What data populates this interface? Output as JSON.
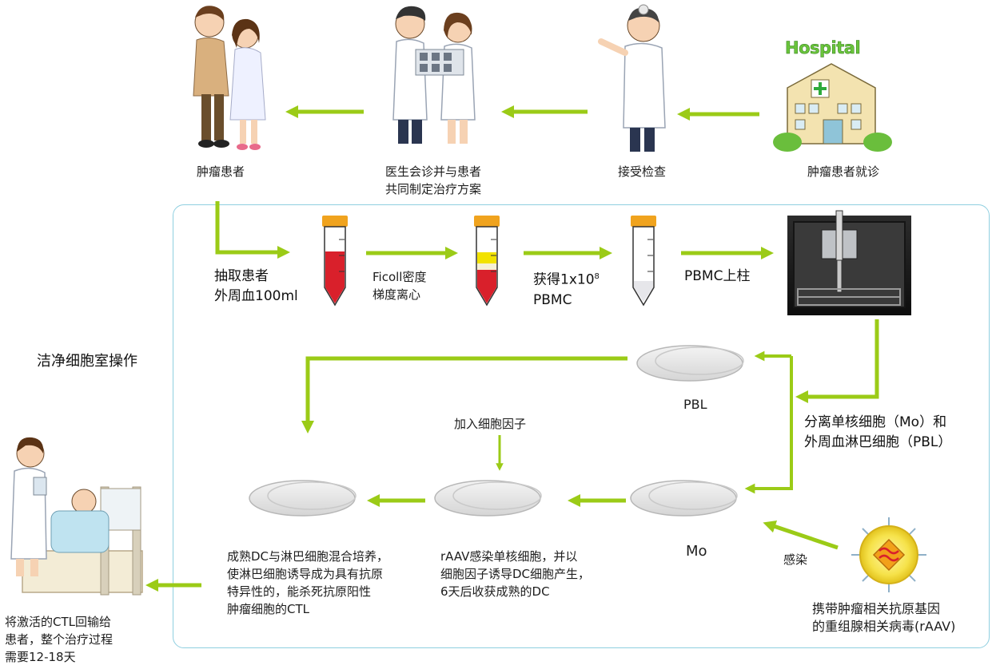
{
  "top_row": {
    "patient": "肿瘤患者",
    "consult_line1": "医生会诊并与患者",
    "consult_line2": "共同制定治疗方案",
    "exam": "接受检查",
    "visit": "肿瘤患者就诊",
    "hospital_sign": "Hospital"
  },
  "cleanroom_label": "洁净细胞室操作",
  "blood": {
    "draw_line1": "抽取患者",
    "draw_line2": "外周血100ml",
    "ficoll_line1": "Ficoll密度",
    "ficoll_line2": "梯度离心",
    "pbmc_prefix": "获得1x10",
    "pbmc_exp": "8",
    "pbmc_line2": "PBMC",
    "column": "PBMC上柱"
  },
  "cells": {
    "pbl": "PBL",
    "separate_line1": "分离单核细胞（Mo）和",
    "separate_line2": "外周血淋巴细胞（PBL）",
    "mo": "Mo",
    "infect": "感染",
    "virus_line1": "携带肿瘤相关抗原基因",
    "virus_line2": "的重组腺相关病毒(rAAV)",
    "add_cytokine": "加入细胞因子",
    "raav_line1": "rAAV感染单核细胞，并以",
    "raav_line2": "细胞因子诱导DC细胞产生，",
    "raav_line3": "6天后收获成熟的DC",
    "mix_line1": "成熟DC与淋巴细胞混合培养，",
    "mix_line2": "使淋巴细胞诱导成为具有抗原",
    "mix_line3": "特异性的，能杀死抗原阳性",
    "mix_line4": "肿瘤细胞的CTL",
    "return_line1": "将激活的CTL回输给",
    "return_line2": "患者，整个治疗过程",
    "return_line3": "需要12-18天"
  },
  "colors": {
    "arrow": "#9bcb17",
    "frame": "#8fcfe0",
    "blood": "#d9202b",
    "plasma": "#f2e200",
    "cap": "#f0a31e"
  }
}
